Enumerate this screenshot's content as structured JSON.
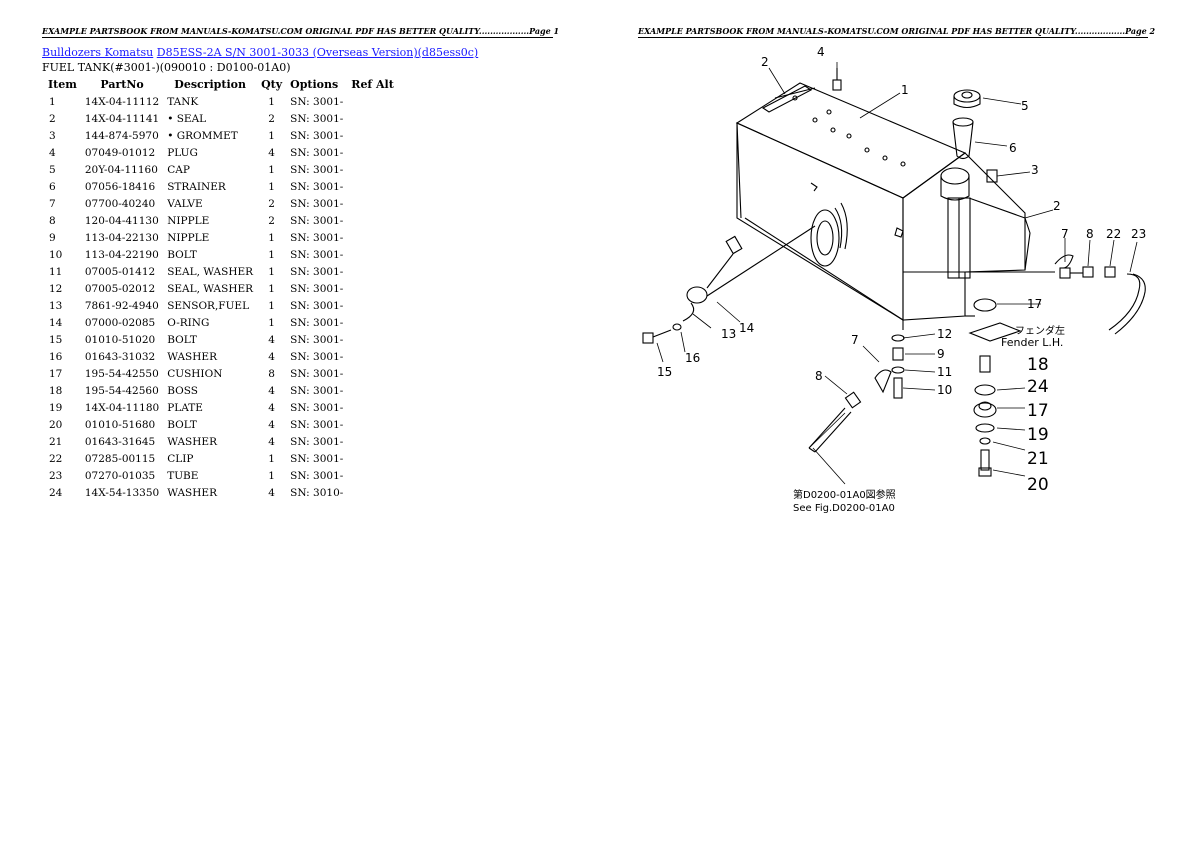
{
  "header": {
    "left": "EXAMPLE PARTSBOOK FROM MANUALS-KOMATSU.COM ORIGINAL PDF HAS BETTER QUALITY..................Page 1",
    "right": "EXAMPLE PARTSBOOK FROM MANUALS-KOMATSU.COM ORIGINAL PDF HAS BETTER QUALITY..................Page 2"
  },
  "breadcrumb": {
    "link1": "Bulldozers Komatsu",
    "link2": "D85ESS-2A S/N 3001-3033 (Overseas Version)(d85ess0c)"
  },
  "subtitle": "FUEL TANK(#3001-)(090010 : D0100-01A0)",
  "table": {
    "headers": [
      "Item",
      "PartNo",
      "Description",
      "Qty",
      "Options",
      "Ref Alt"
    ],
    "rows": [
      [
        "1",
        "14X-04-11112",
        "TANK",
        "1",
        "SN: 3001-"
      ],
      [
        "2",
        "14X-04-11141",
        "• SEAL",
        "2",
        "SN: 3001-"
      ],
      [
        "3",
        "144-874-5970",
        "• GROMMET",
        "1",
        "SN: 3001-"
      ],
      [
        "4",
        "07049-01012",
        "PLUG",
        "4",
        "SN: 3001-"
      ],
      [
        "5",
        "20Y-04-11160",
        "CAP",
        "1",
        "SN: 3001-"
      ],
      [
        "6",
        "07056-18416",
        "STRAINER",
        "1",
        "SN: 3001-"
      ],
      [
        "7",
        "07700-40240",
        "VALVE",
        "2",
        "SN: 3001-"
      ],
      [
        "8",
        "120-04-41130",
        "NIPPLE",
        "2",
        "SN: 3001-"
      ],
      [
        "9",
        "113-04-22130",
        "NIPPLE",
        "1",
        "SN: 3001-"
      ],
      [
        "10",
        "113-04-22190",
        "BOLT",
        "1",
        "SN: 3001-"
      ],
      [
        "11",
        "07005-01412",
        "SEAL, WASHER",
        "1",
        "SN: 3001-"
      ],
      [
        "12",
        "07005-02012",
        "SEAL, WASHER",
        "1",
        "SN: 3001-"
      ],
      [
        "13",
        "7861-92-4940",
        "SENSOR,FUEL",
        "1",
        "SN: 3001-"
      ],
      [
        "14",
        "07000-02085",
        "O-RING",
        "1",
        "SN: 3001-"
      ],
      [
        "15",
        "01010-51020",
        "BOLT",
        "4",
        "SN: 3001-"
      ],
      [
        "16",
        "01643-31032",
        "WASHER",
        "4",
        "SN: 3001-"
      ],
      [
        "17",
        "195-54-42550",
        "CUSHION",
        "8",
        "SN: 3001-"
      ],
      [
        "18",
        "195-54-42560",
        "BOSS",
        "4",
        "SN: 3001-"
      ],
      [
        "19",
        "14X-04-11180",
        "PLATE",
        "4",
        "SN: 3001-"
      ],
      [
        "20",
        "01010-51680",
        "BOLT",
        "4",
        "SN: 3001-"
      ],
      [
        "21",
        "01643-31645",
        "WASHER",
        "4",
        "SN: 3001-"
      ],
      [
        "22",
        "07285-00115",
        "CLIP",
        "1",
        "SN: 3001-"
      ],
      [
        "23",
        "07270-01035",
        "TUBE",
        "1",
        "SN: 3001-"
      ],
      [
        "24",
        "14X-54-13350",
        "WASHER",
        "4",
        "SN: 3010-"
      ]
    ]
  },
  "diagram": {
    "callouts": [
      "1",
      "2",
      "2",
      "3",
      "4",
      "5",
      "6",
      "7",
      "7",
      "8",
      "8",
      "9",
      "10",
      "11",
      "12",
      "13",
      "14",
      "15",
      "16",
      "17",
      "17",
      "18",
      "19",
      "20",
      "21",
      "22",
      "23",
      "24"
    ],
    "fender_jp": "フェンダ左",
    "fender_en": "Fender L.H.",
    "see_fig_jp": "第D0200-01A0図参照",
    "see_fig_en": "See Fig.D0200-01A0"
  }
}
